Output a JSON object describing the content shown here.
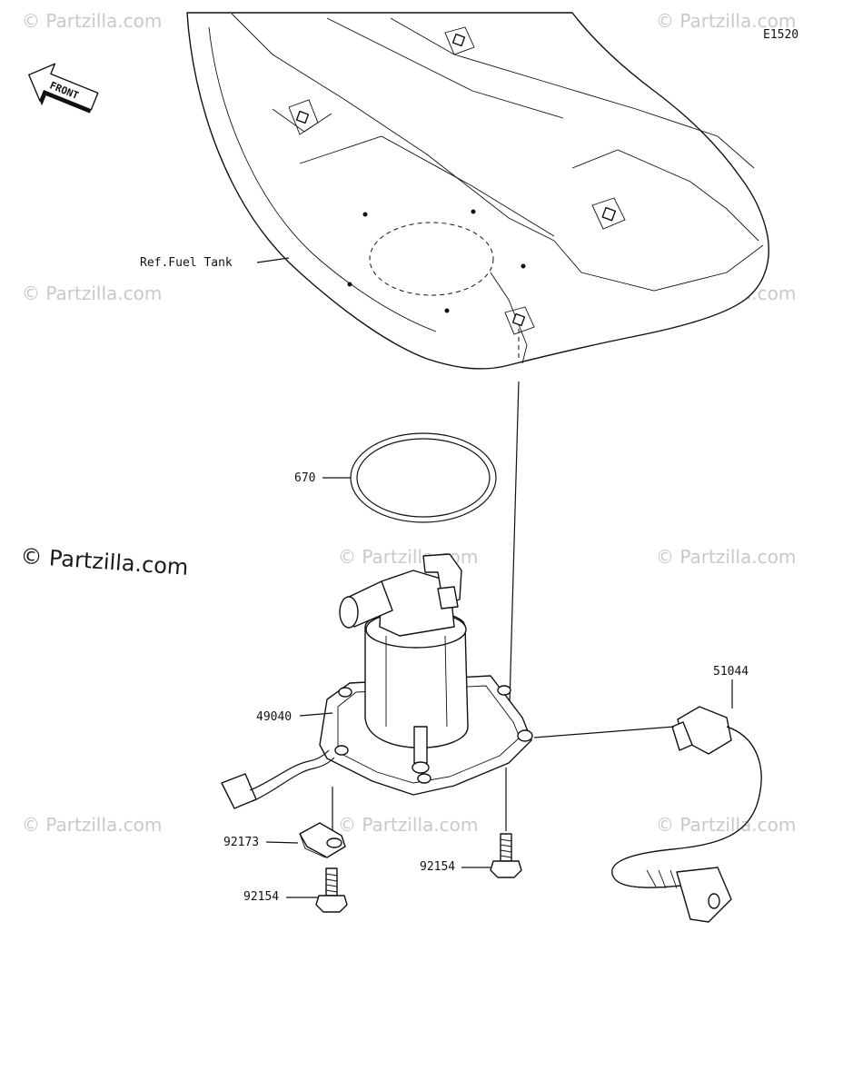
{
  "diagram": {
    "code": "E1520",
    "front_label": "FRONT",
    "watermark": "© Partzilla.com",
    "watermark_main": "© Partzilla.com",
    "parts": [
      {
        "id": "fuel-tank",
        "label": "Ref.Fuel Tank"
      },
      {
        "id": "o-ring",
        "label": "670"
      },
      {
        "id": "fuel-pump",
        "label": "49040"
      },
      {
        "id": "hose",
        "label": "51044"
      },
      {
        "id": "clamp",
        "label": "92173"
      },
      {
        "id": "bolt-left",
        "label": "92154"
      },
      {
        "id": "bolt-right",
        "label": "92154"
      }
    ]
  }
}
